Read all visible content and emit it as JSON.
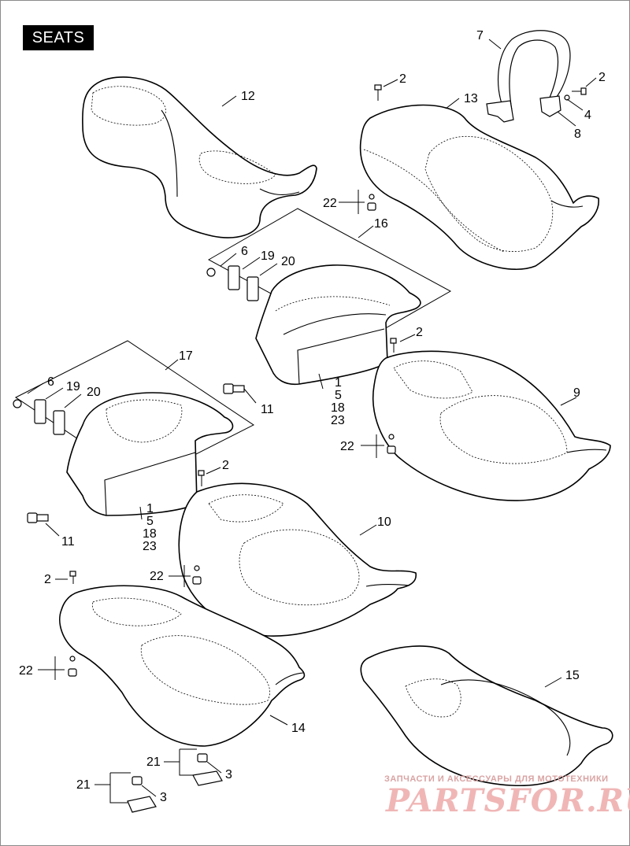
{
  "title": "SEATS",
  "callouts": {
    "c12": "12",
    "c13": "13",
    "c7": "7",
    "c2a": "2",
    "c2b": "2",
    "c4": "4",
    "c8": "8",
    "c22a": "22",
    "c16": "16",
    "c6a": "6",
    "c19a": "19",
    "c20a": "20",
    "c2c": "2",
    "c1a": "1",
    "c5a": "5",
    "c18a": "18",
    "c23a": "23",
    "c11a": "11",
    "c9": "9",
    "c17": "17",
    "c6b": "6",
    "c19b": "19",
    "c20b": "20",
    "c22b": "22",
    "c2d": "2",
    "c1b": "1",
    "c5b": "5",
    "c18b": "18",
    "c23b": "23",
    "c11b": "11",
    "c10": "10",
    "c2e": "2",
    "c22c": "22",
    "c22d": "22",
    "c14": "14",
    "c15": "15",
    "c21a": "21",
    "c3a": "3",
    "c21b": "21",
    "c3b": "3"
  },
  "watermark": {
    "line1": "ЗАПЧАСТИ И АКСЕССУАРЫ ДЛЯ МОТОТЕХНИКИ",
    "line2": "PARTSFOR.RU"
  }
}
